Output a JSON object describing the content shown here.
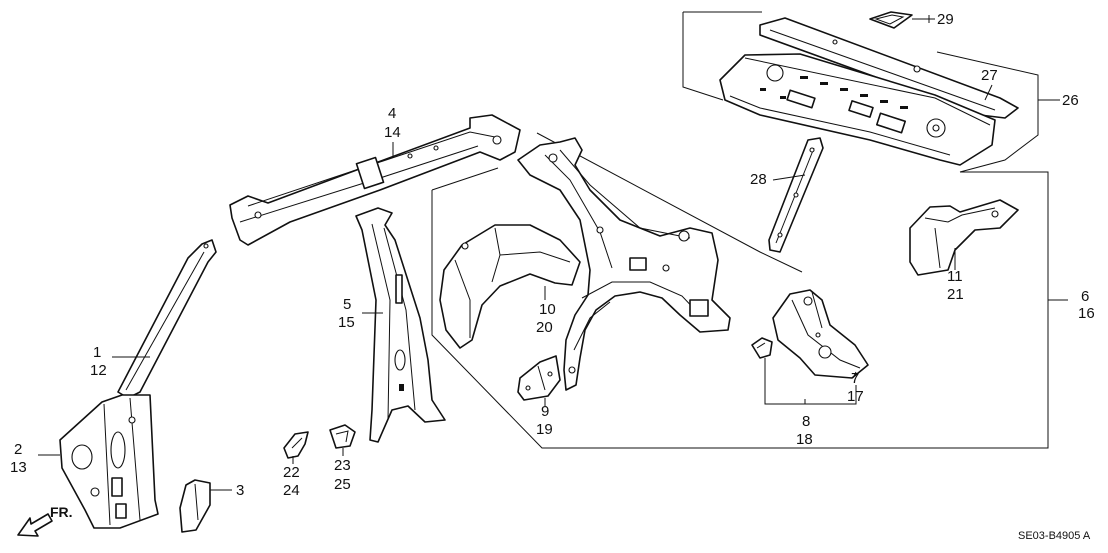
{
  "labels": {
    "c1": "1",
    "c12": "12",
    "c2": "2",
    "c13": "13",
    "c3": "3",
    "c4": "4",
    "c14": "14",
    "c5": "5",
    "c15": "15",
    "c6": "6",
    "c16": "16",
    "c7": "7",
    "c17": "17",
    "c8": "8",
    "c18": "18",
    "c9": "9",
    "c19": "19",
    "c10": "10",
    "c20": "20",
    "c11": "11",
    "c21": "21",
    "c22": "22",
    "c24": "24",
    "c23": "23",
    "c25": "25",
    "c26": "26",
    "c27": "27",
    "c28": "28",
    "c29": "29"
  },
  "front_marker": "FR.",
  "diagram_code": "SE03-B4905 A"
}
